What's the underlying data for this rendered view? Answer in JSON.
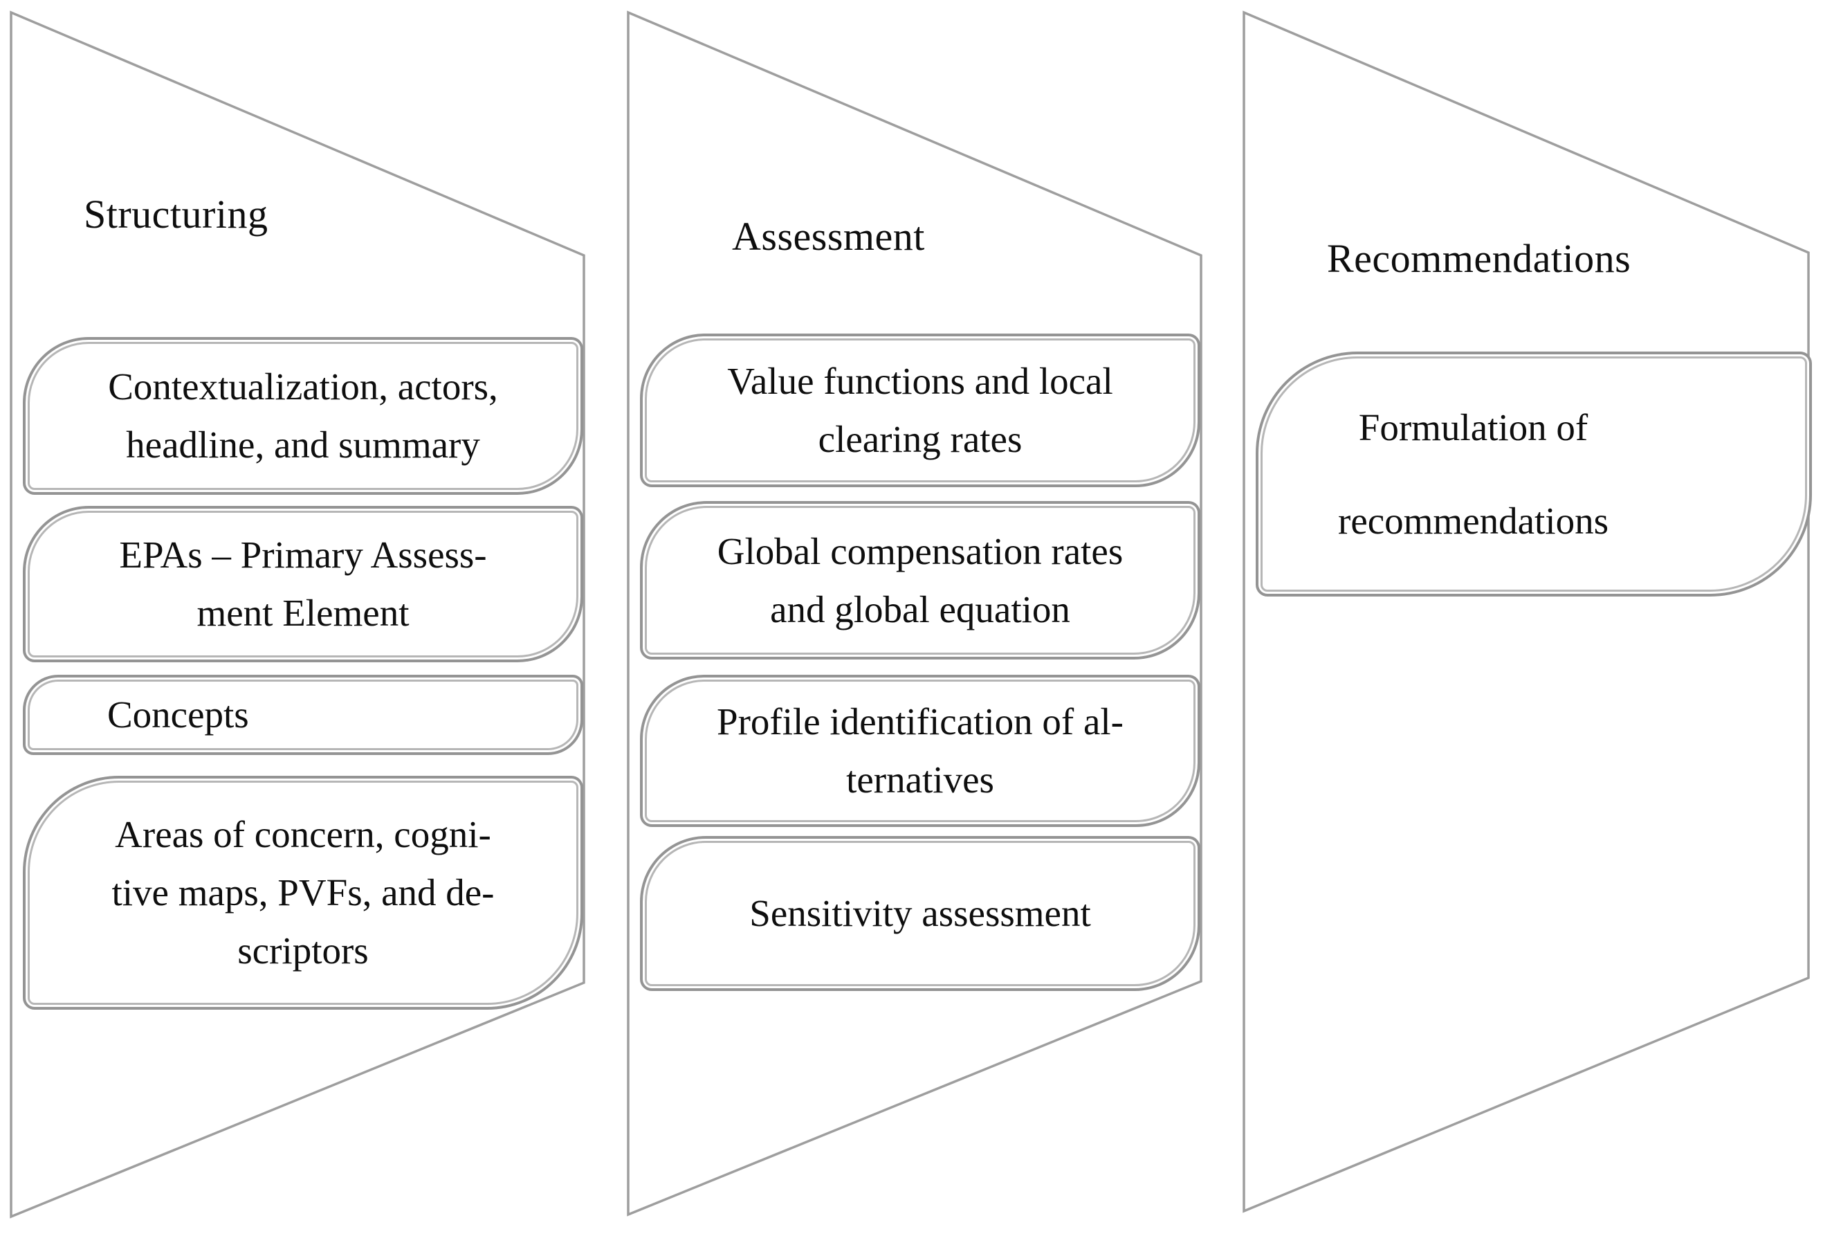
{
  "figure": {
    "background": "#ffffff",
    "panel_border_color": "#9e9e9e",
    "box_inner_border_color": "#b6b6b6",
    "box_outer_ring_color": "#949494",
    "text_color": "#0e0e0e"
  },
  "panels": [
    {
      "title": "Structuring",
      "boxes": [
        {
          "label": "Contextualization, actors,\nheadline, and summary"
        },
        {
          "label": "EPAs – Primary Assess-\nment Element"
        },
        {
          "label": "Concepts"
        },
        {
          "label": "Areas of concern, cogni-\ntive maps, PVFs, and de-\nscriptors"
        }
      ]
    },
    {
      "title": "Assessment",
      "boxes": [
        {
          "label": "Value functions and local\nclearing rates"
        },
        {
          "label": "Global compensation rates\nand global equation"
        },
        {
          "label": "Profile identification of al-\nternatives"
        },
        {
          "label": "Sensitivity assessment"
        }
      ]
    },
    {
      "title": "Recommendations",
      "boxes": [
        {
          "label": "Formulation of\nrecommendations"
        }
      ]
    }
  ]
}
